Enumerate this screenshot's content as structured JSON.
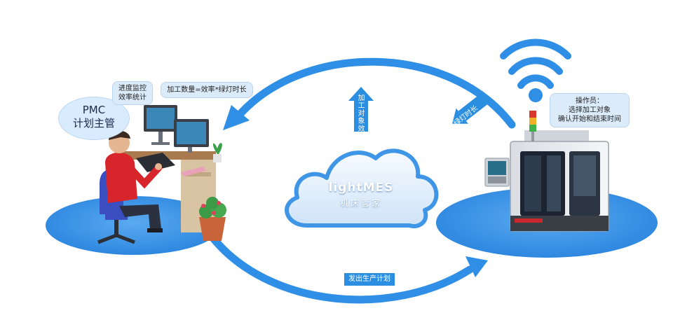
{
  "colors": {
    "arrow_blue": "#2f8fe6",
    "platform_blue": "#2f8fe6",
    "cloud_fill": "#e9f3fd",
    "callout_bg": "#dcebfa",
    "tag_bg": "#2b8ee0",
    "wifi_blue": "#2f8fe6",
    "shirt_red": "#d8242b"
  },
  "planner": {
    "bubble_line1": "PMC",
    "bubble_line2": "计划主管",
    "callout_monitor_line1": "进度监控",
    "callout_monitor_line2": "效率统计",
    "callout_formula": "加工数量=效率*绿灯时长"
  },
  "cloud": {
    "brand": "lightMES",
    "subtitle": "机床管家"
  },
  "arrows": {
    "up_label": "加工对象效率",
    "right_up_label": "绿灯时长",
    "bottom_label": "发出生产计划"
  },
  "machine": {
    "callout_line1": "操作员：",
    "callout_line2": "选择加工对象",
    "callout_line3": "确认开始和结束时间"
  },
  "icons": [
    "wifi-icon",
    "cloud-icon",
    "monitor-icon",
    "cnc-machine-icon",
    "potted-plant-icon"
  ]
}
